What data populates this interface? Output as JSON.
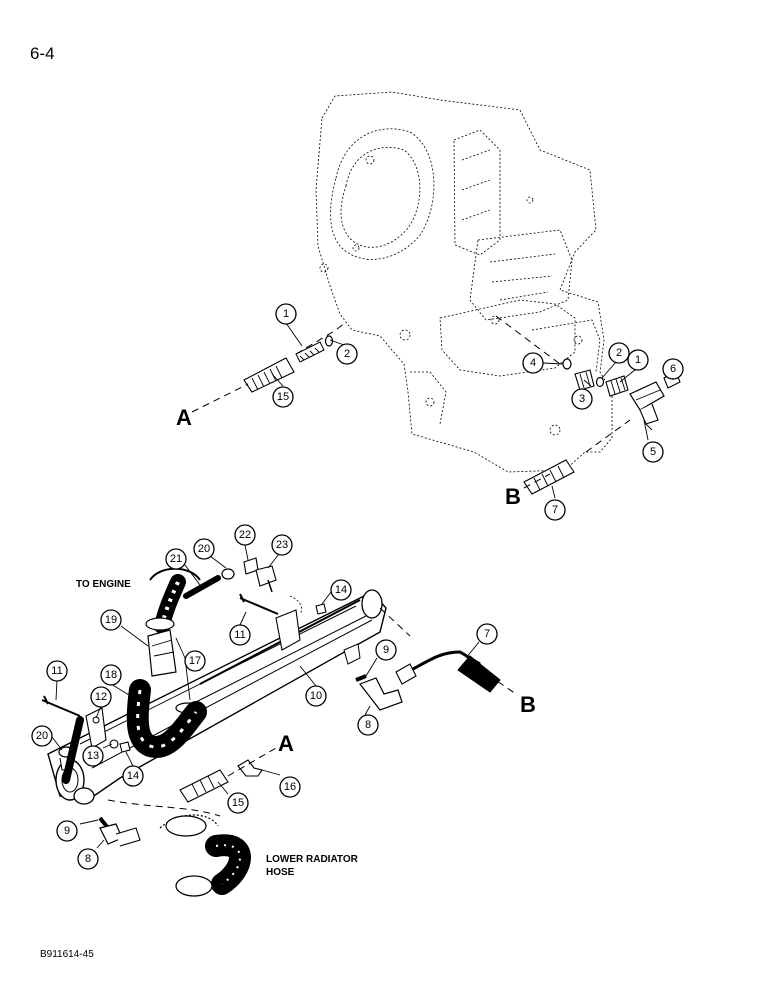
{
  "page": {
    "number": "6-4",
    "figure_code": "B911614-45"
  },
  "notes": {
    "to_engine": "TO ENGINE",
    "lower_radiator_hose_line1": "LOWER RADIATOR",
    "lower_radiator_hose_line2": "HOSE"
  },
  "connection_refs": {
    "a_upper": "A",
    "b_upper": "B",
    "a_lower": "A",
    "b_lower": "B"
  },
  "callouts": {
    "c1_upper_left": "1",
    "c2_upper_left": "2",
    "c15_upper_left": "15",
    "c4": "4",
    "c2_right": "2",
    "c1_right": "1",
    "c6": "6",
    "c3": "3",
    "c5": "5",
    "c7_upper": "7",
    "c22": "22",
    "c21": "21",
    "c20_top": "20",
    "c23": "23",
    "c14_top": "14",
    "c19": "19",
    "c11_mid": "11",
    "c17": "17",
    "c18": "18",
    "c11_left": "11",
    "c12": "12",
    "c10": "10",
    "c9_right": "9",
    "c7_lower": "7",
    "c20_left": "20",
    "c13": "13",
    "c14_left": "14",
    "c8_right": "8",
    "c16": "16",
    "c15_lower": "15",
    "c9_left": "9",
    "c8_left": "8"
  }
}
